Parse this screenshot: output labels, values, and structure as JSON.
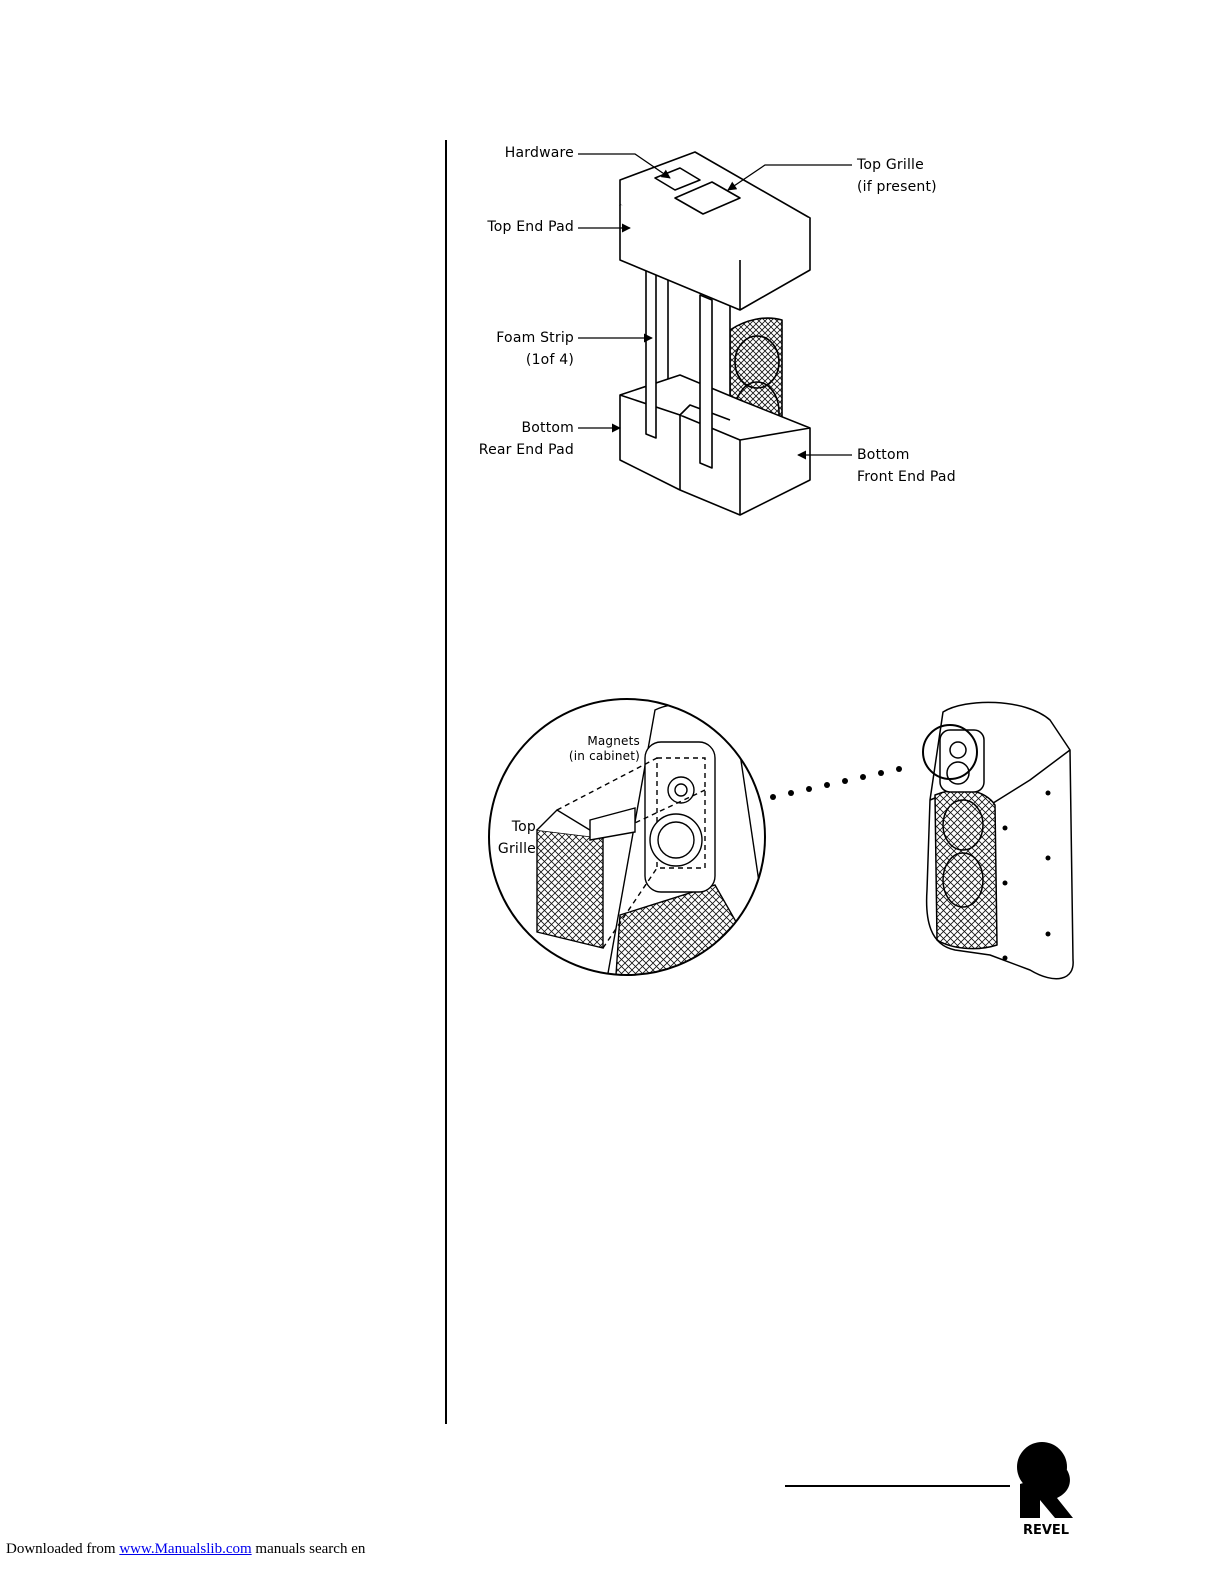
{
  "figure1": {
    "labels": {
      "hardware": "Hardware",
      "top_end_pad": "Top End Pad",
      "foam_strip_line1": "Foam Strip",
      "foam_strip_line2": "(1of 4)",
      "bottom_rear_line1": "Bottom",
      "bottom_rear_line2": "Rear End Pad",
      "top_grille_line1": "Top Grille",
      "top_grille_line2": "(if present)",
      "bottom_front_line1": "Bottom",
      "bottom_front_line2": "Front End Pad"
    }
  },
  "figure2": {
    "labels": {
      "magnets_line1": "Magnets",
      "magnets_line2": "(in cabinet)",
      "top_grille_line1": "Top",
      "top_grille_line2": "Grille"
    }
  },
  "logo": {
    "text": "REVEL"
  },
  "footer": {
    "prefix": "Downloaded from",
    "link": "www.Manualslib.com",
    "suffix": "manuals search en"
  }
}
